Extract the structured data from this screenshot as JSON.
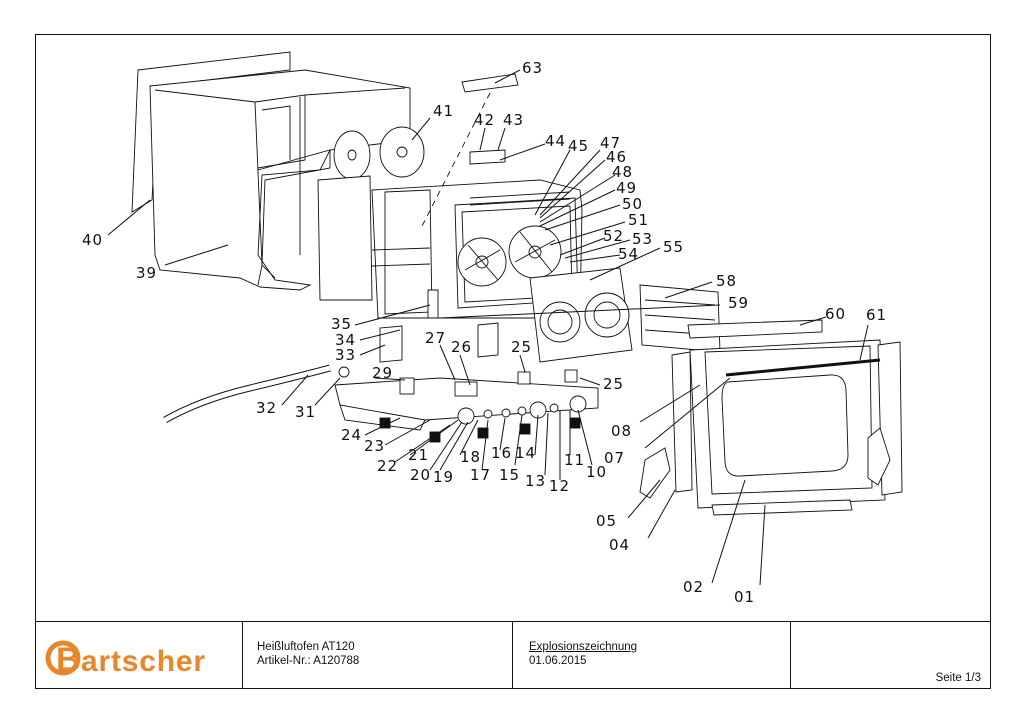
{
  "callouts": [
    "63",
    "41",
    "42",
    "43",
    "44",
    "45",
    "47",
    "46",
    "48",
    "49",
    "50",
    "51",
    "52",
    "53",
    "54",
    "55",
    "58",
    "59",
    "60",
    "61",
    "40",
    "39",
    "35",
    "34",
    "33",
    "27",
    "26",
    "25",
    "25",
    "29",
    "32",
    "31",
    "24",
    "23",
    "22",
    "21",
    "20",
    "19",
    "18",
    "17",
    "16",
    "15",
    "14",
    "13",
    "12",
    "11",
    "10",
    "08",
    "07",
    "05",
    "04",
    "02",
    "01"
  ],
  "title_block": {
    "logo_text": "Bartscher",
    "product_name": "Heißluftofen AT120",
    "article_number": "Artikel-Nr.: A120788",
    "drawing_type": "Explosionszeichnung",
    "date": "01.06.2015",
    "page": "Seite 1/3"
  },
  "colors": {
    "line": "#111111",
    "logo_orange": "#e8872a",
    "part_fill": "#ffffff",
    "dot": "#333333"
  }
}
